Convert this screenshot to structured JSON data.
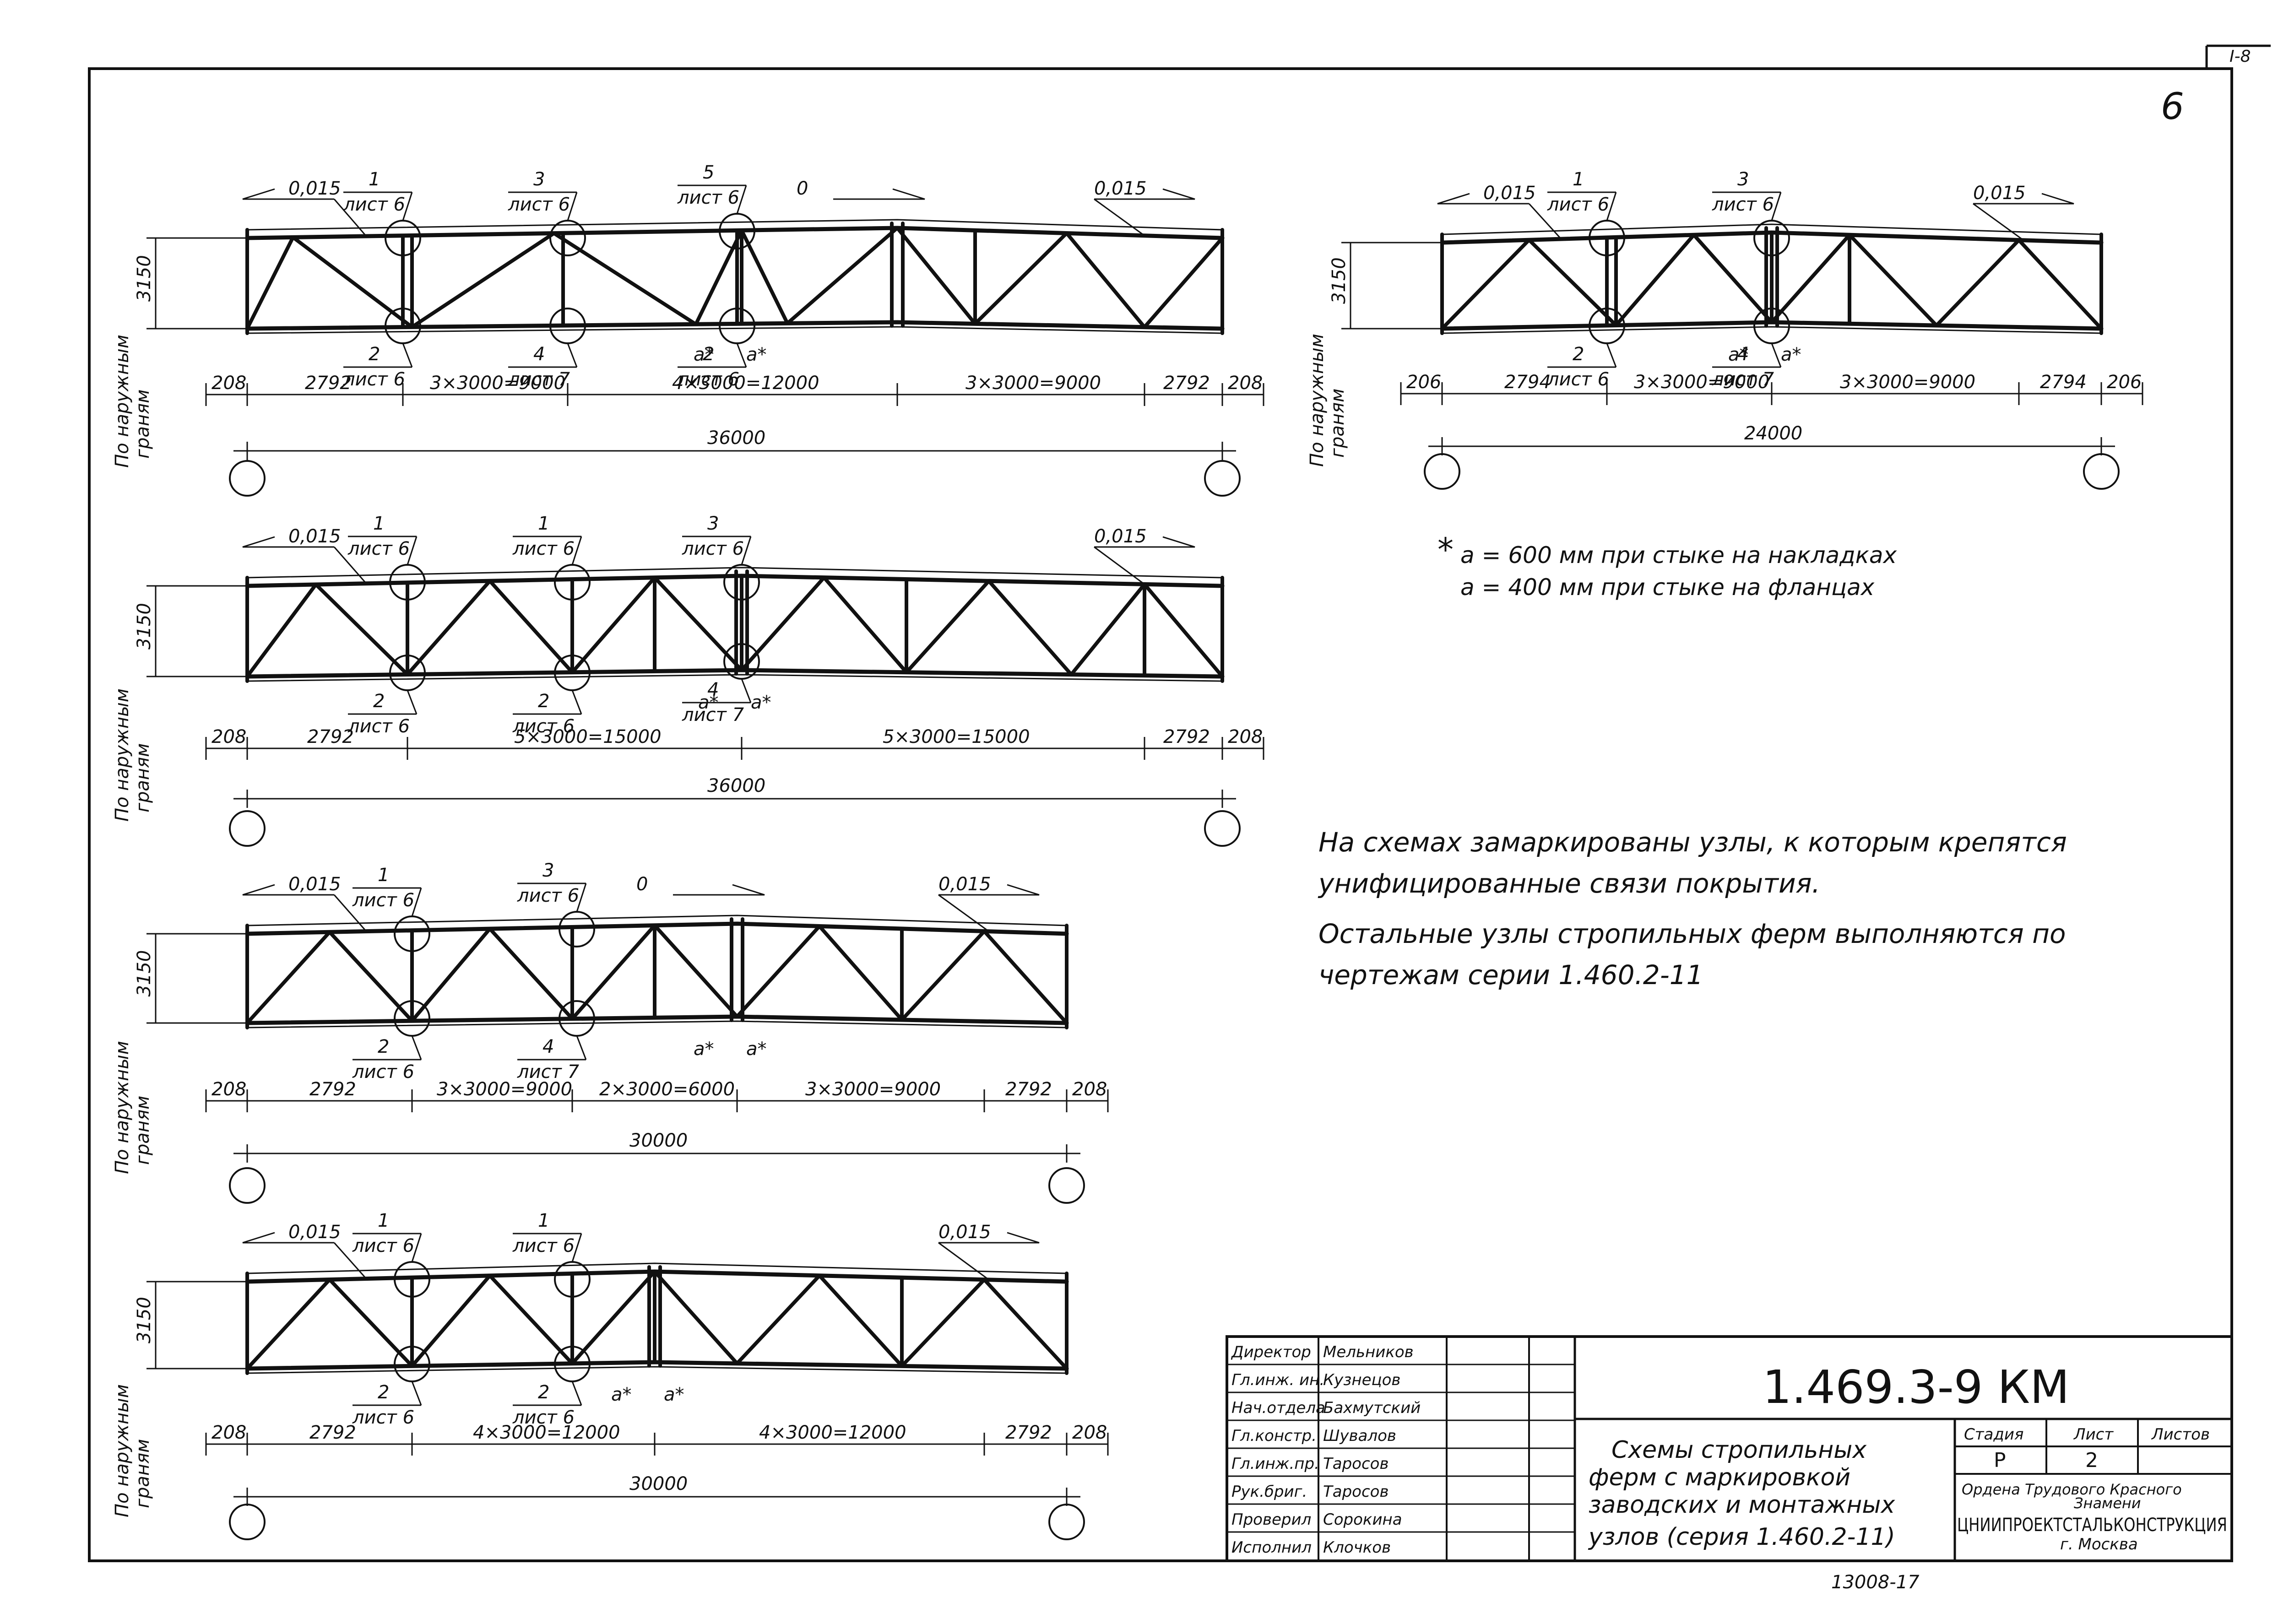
{
  "page": {
    "sheet_number": "6",
    "corner_mark": "I-8"
  },
  "side_label": {
    "line1": "По наружным",
    "line2": "граням"
  },
  "height_label": "3150",
  "slope_label": "0,015",
  "zero_label": "0",
  "trusses": [
    {
      "id": "truss-1",
      "span_label": "36000",
      "height_label": "3150",
      "slope_left": "0,015",
      "slope_mid": "0",
      "slope_right": "0,015",
      "dims": [
        "208",
        "2792",
        "3×3000=9000",
        "4×3000=12000",
        "3×3000=9000",
        "2792",
        "208"
      ],
      "nodes": [
        {
          "num": "1",
          "sheet": "лист 6"
        },
        {
          "num": "3",
          "sheet": "лист 6"
        },
        {
          "num": "5",
          "sheet": "лист 6"
        },
        {
          "num": "2",
          "sheet": "лист 6"
        },
        {
          "num": "4",
          "sheet": "лист 7"
        },
        {
          "num": "2",
          "sheet": "лист 6"
        }
      ]
    },
    {
      "id": "truss-2",
      "span_label": "24000",
      "height_label": "3150",
      "slope_left": "0,015",
      "slope_right": "0,015",
      "dims": [
        "206",
        "2794",
        "3×3000=9000",
        "3×3000=9000",
        "2794",
        "206"
      ],
      "nodes": [
        {
          "num": "1",
          "sheet": "лист 6"
        },
        {
          "num": "3",
          "sheet": "лист 6"
        },
        {
          "num": "2",
          "sheet": "лист 6"
        },
        {
          "num": "4",
          "sheet": "лист 7"
        }
      ]
    },
    {
      "id": "truss-3",
      "span_label": "36000",
      "height_label": "3150",
      "slope_left": "0,015",
      "slope_right": "0,015",
      "dims": [
        "208",
        "2792",
        "5×3000=15000",
        "5×3000=15000",
        "2792",
        "208"
      ],
      "nodes": [
        {
          "num": "1",
          "sheet": "лист 6"
        },
        {
          "num": "1",
          "sheet": "лист 6"
        },
        {
          "num": "3",
          "sheet": "лист 6"
        },
        {
          "num": "2",
          "sheet": "лист 6"
        },
        {
          "num": "2",
          "sheet": "лист 6"
        },
        {
          "num": "4",
          "sheet": "лист 7"
        }
      ]
    },
    {
      "id": "truss-4",
      "span_label": "30000",
      "height_label": "3150",
      "slope_left": "0,015",
      "slope_mid": "0",
      "slope_right": "0,015",
      "dims": [
        "208",
        "2792",
        "3×3000=9000",
        "2×3000=6000",
        "3×3000=9000",
        "2792",
        "208"
      ],
      "nodes": [
        {
          "num": "1",
          "sheet": "лист 6"
        },
        {
          "num": "3",
          "sheet": "лист 6"
        },
        {
          "num": "2",
          "sheet": "лист 6"
        },
        {
          "num": "4",
          "sheet": "лист 7"
        }
      ]
    },
    {
      "id": "truss-5",
      "span_label": "30000",
      "height_label": "3150",
      "slope_left": "0,015",
      "slope_right": "0,015",
      "dims": [
        "208",
        "2792",
        "4×3000=12000",
        "4×3000=12000",
        "2792",
        "208"
      ],
      "nodes": [
        {
          "num": "1",
          "sheet": "лист 6"
        },
        {
          "num": "1",
          "sheet": "лист 6"
        },
        {
          "num": "2",
          "sheet": "лист 6"
        },
        {
          "num": "2",
          "sheet": "лист 6"
        }
      ]
    }
  ],
  "a_label": "a*",
  "footnote": {
    "line1": "a = 600 мм   при стыке на накладках",
    "line2": "a = 400 мм   при стыке на фланцах"
  },
  "notes": {
    "line1": "На схемах замаркированы узлы, к которым крепятся",
    "line2": "унифицированные связи покрытия.",
    "line3": "Остальные узлы стропильных ферм выполняются по",
    "line4": "чертежам серии 1.460.2-11"
  },
  "title_block": {
    "code": "1.469.3-9 КМ",
    "title_line1": "Схемы стропильных",
    "title_line2": "ферм с маркировкой",
    "title_line3": "заводских и монтажных",
    "title_line4": "узлов (серия 1.460.2-11)",
    "stage_header": "Стадия",
    "sheet_header": "Лист",
    "sheets_header": "Листов",
    "stage_value": "Р",
    "sheet_value": "2",
    "org_line1": "Ордена Трудового Красного",
    "org_line2": "Знамени",
    "org_line3": "ЦНИИПРОЕКТСТАЛЬКОНСТРУКЦИЯ",
    "org_line4": "г. Москва",
    "roles": [
      {
        "role": "Директор",
        "name": "Мельников"
      },
      {
        "role": "Гл.инж. ин.",
        "name": "Кузнецов"
      },
      {
        "role": "Нач.отдела",
        "name": "Бахмутский"
      },
      {
        "role": "Гл.констр.",
        "name": "Шувалов"
      },
      {
        "role": "Гл.инж.пр.",
        "name": "Таросов"
      },
      {
        "role": "Рук.бриг.",
        "name": "Таросов"
      },
      {
        "role": "Проверил",
        "name": "Сорокина"
      },
      {
        "role": "Исполнил",
        "name": "Клочков"
      }
    ],
    "bottom_number": "13008-17"
  }
}
